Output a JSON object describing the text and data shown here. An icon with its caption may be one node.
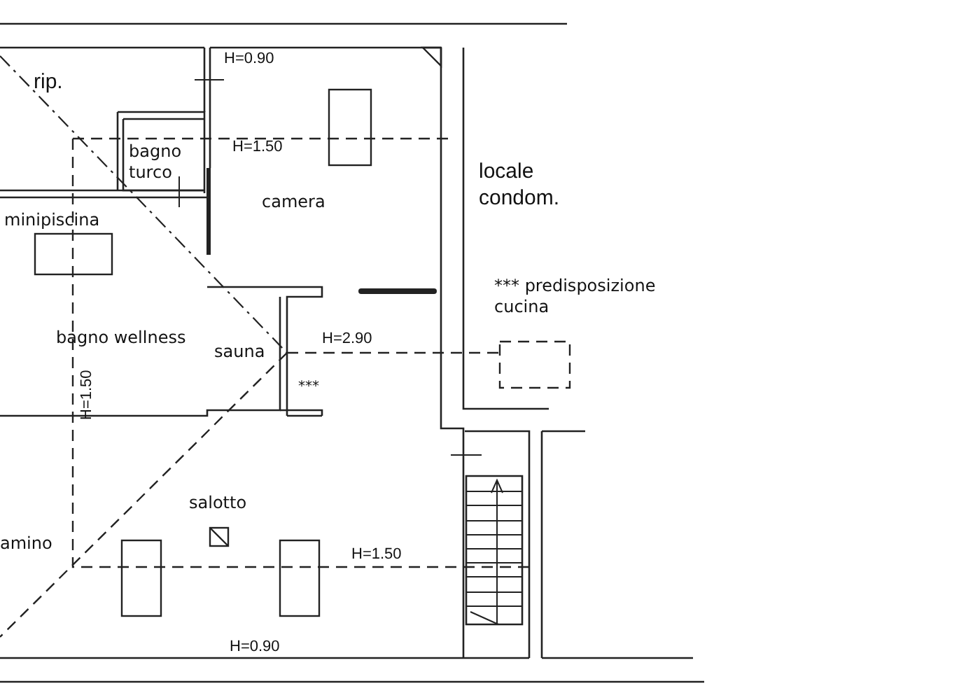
{
  "diagram": {
    "labels": [
      "rip.",
      "H=0.90",
      "bagno turco",
      "H=1.50",
      "camera",
      "locale condom.",
      "minipiscina",
      "*** predisposizione cucina",
      "bagno wellness",
      "sauna",
      "H=2.90",
      "H=1.50",
      "***",
      "salotto",
      "amino",
      "H=1.50",
      "H=0.90"
    ]
  }
}
